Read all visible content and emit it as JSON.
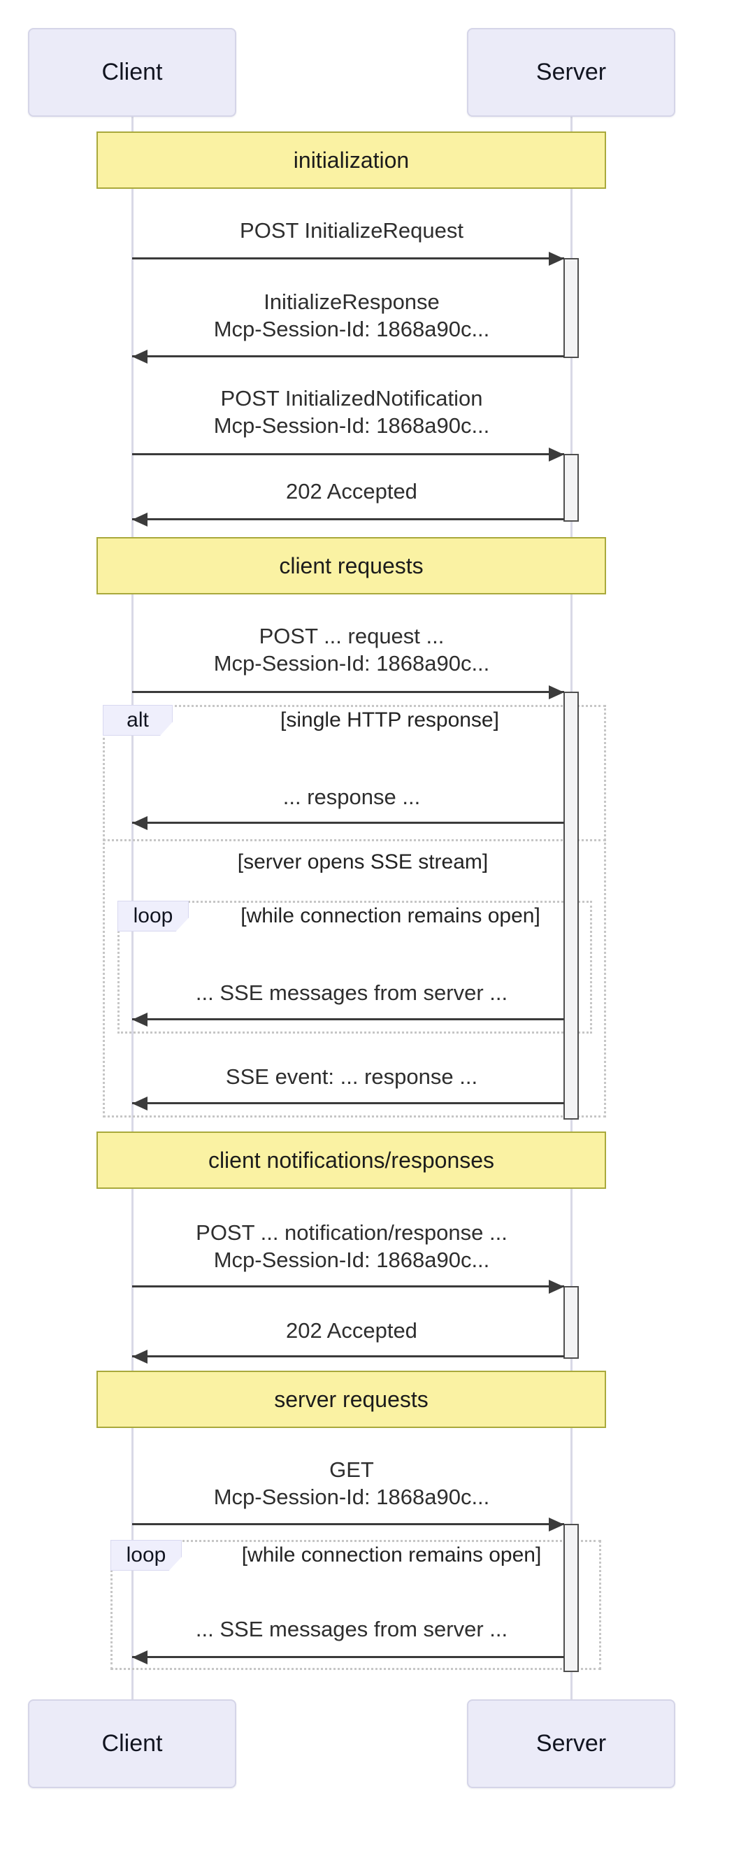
{
  "actors": {
    "client": "Client",
    "server": "Server"
  },
  "sections": {
    "s1": "initialization",
    "s2": "client requests",
    "s3": "client notifications/responses",
    "s4": "server requests"
  },
  "messages": {
    "m1": {
      "l1": "POST InitializeRequest"
    },
    "m2": {
      "l1": "InitializeResponse",
      "l2": "Mcp-Session-Id: 1868a90c..."
    },
    "m3": {
      "l1": "POST InitializedNotification",
      "l2": "Mcp-Session-Id: 1868a90c..."
    },
    "m4": {
      "l1": "202 Accepted"
    },
    "m5": {
      "l1": "POST ... request ...",
      "l2": "Mcp-Session-Id: 1868a90c..."
    },
    "m6": {
      "l1": "... response ..."
    },
    "m7": {
      "l1": "... SSE messages from server ..."
    },
    "m8": {
      "l1": "SSE event: ... response ..."
    },
    "m9": {
      "l1": "POST ... notification/response ...",
      "l2": "Mcp-Session-Id: 1868a90c..."
    },
    "m10": {
      "l1": "202 Accepted"
    },
    "m11": {
      "l1": "GET",
      "l2": "Mcp-Session-Id: 1868a90c..."
    },
    "m12": {
      "l1": "... SSE messages from server ..."
    }
  },
  "frames": {
    "alt": {
      "label": "alt",
      "condition": "[single HTTP response]",
      "divider_condition": "[server opens SSE stream]"
    },
    "loop1": {
      "label": "loop",
      "condition": "[while connection remains open]"
    },
    "loop2": {
      "label": "loop",
      "condition": "[while connection remains open]"
    }
  },
  "colors": {
    "actor_fill": "#EBEBF8",
    "actor_border": "#D5D5E8",
    "band_fill": "#FAF2A3",
    "band_border": "#A9A93C",
    "label_fill": "#EFEFFC",
    "arrow": "#3B3B3B",
    "lifeline": "#D9D9E6",
    "frame_border": "#C6C6C6",
    "act_fill": "#F4F4F5",
    "act_border": "#4F4F4F"
  }
}
